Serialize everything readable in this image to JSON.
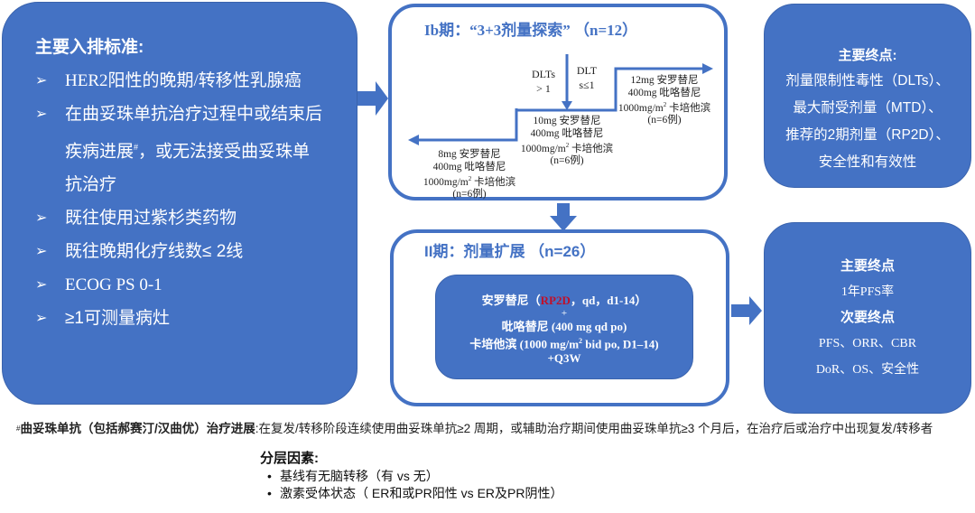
{
  "colors": {
    "primary_blue": "#4472C4",
    "highlight_red": "#C0102A",
    "text_dark": "#222222",
    "background": "#FFFFFF"
  },
  "inclusion": {
    "title": "主要入排标准:",
    "bullet_icon": "➢",
    "items": [
      {
        "label": "HER2阳性的晚期/转移性乳腺癌"
      },
      {
        "label": "在曲妥珠单抗治疗过程中或结束后疾病进展#，或无法接受曲妥珠单抗治疗",
        "line1": "在曲妥珠单抗治疗过程中或结束后",
        "line2a": "疾病进展",
        "line2sup": "#",
        "line2b": "，或无法接受曲妥珠单",
        "line3": "抗治疗"
      },
      {
        "label": "既往使用过紫杉类药物"
      },
      {
        "label": "既往晚期化疗线数≤ 2线"
      },
      {
        "label": "ECOG PS 0-1"
      },
      {
        "label": "≥1可测量病灶"
      }
    ]
  },
  "phase_ib": {
    "title": "Ib期：“3+3剂量探索”  （n=12）",
    "dlt_gt": {
      "line1": "DLTs",
      "line2": "> 1"
    },
    "dlt_le": {
      "line1": "DLT",
      "line2": "s≤1"
    },
    "doses": [
      {
        "level": "low",
        "drug1": "8mg 安罗替尼",
        "drug2": "400mg 吡咯替尼",
        "drug3_prefix": "1000mg/m",
        "drug3_sup": "2",
        "drug3_suffix": " 卡培他滨",
        "n": "(n=6例)"
      },
      {
        "level": "start",
        "drug1": "10mg 安罗替尼",
        "drug2": "400mg 吡咯替尼",
        "drug3_prefix": "1000mg/m",
        "drug3_sup": "2",
        "drug3_suffix": " 卡培他滨",
        "n": "(n=6例)"
      },
      {
        "level": "high",
        "drug1": "12mg 安罗替尼",
        "drug2": "400mg 吡咯替尼",
        "drug3_prefix": "1000mg/m",
        "drug3_sup": "2",
        "drug3_suffix": " 卡培他滨",
        "n": "(n=6例)"
      }
    ]
  },
  "phase_ii": {
    "title": "II期：剂量扩展 （n=26）",
    "regimen": {
      "line1_prefix": "安罗替尼（",
      "line1_highlight": "RP2D",
      "line1_suffix": "，qd，d1-14）",
      "plus": "+",
      "line3": "吡咯替尼 (400 mg qd po)",
      "line4_prefix": "卡培他滨 (1000 mg/m",
      "line4_sup": "2",
      "line4_suffix": " bid  po, D1–14)",
      "line5": "+Q3W"
    }
  },
  "endpoints_ib": {
    "title": "主要终点:",
    "lines": [
      "剂量限制性毒性（DLTs）、",
      "最大耐受剂量（MTD）、",
      "推荐的2期剂量（RP2D）、",
      "安全性和有效性"
    ]
  },
  "endpoints_ii": {
    "primary_title": "主要终点",
    "primary": "1年PFS率",
    "secondary_title": "次要终点",
    "secondary_lines": [
      "PFS、ORR、CBR",
      "DoR、OS、安全性"
    ]
  },
  "footnote": {
    "marker": "#",
    "bold": "曲妥珠单抗（包括郝赛汀/汉曲优）治疗进展",
    "text": ":在复发/转移阶段连续使用曲妥珠单抗≥2 周期，或辅助治疗期间使用曲妥珠单抗≥3 个月后，在治疗后或治疗中出现复发/转移者"
  },
  "stratification": {
    "title": "分层因素:",
    "bullet_icon": "•",
    "items": [
      "基线有无脑转移（有 vs 无）",
      "激素受体状态（ ER和或PR阳性 vs ER及PR阴性）"
    ]
  }
}
